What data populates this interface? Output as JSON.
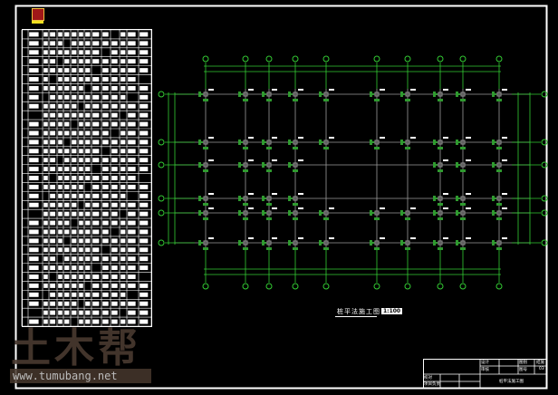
{
  "drawing": {
    "title": "桩平法施工图",
    "scale": "1:100"
  },
  "title_block": {
    "labels": [
      "设计",
      "审核",
      "图别",
      "结施",
      "图号",
      "03",
      "校对",
      "项目负责"
    ],
    "drawing_name": "桩平法施工图"
  },
  "watermark": {
    "brand": "土木帮",
    "url": "www.tumubang.net"
  },
  "colors": {
    "background": "#000000",
    "frame": "#ffffff",
    "axis": "#33cc33",
    "grid": "#9a9a9a",
    "pile": "#2f9a2f"
  }
}
